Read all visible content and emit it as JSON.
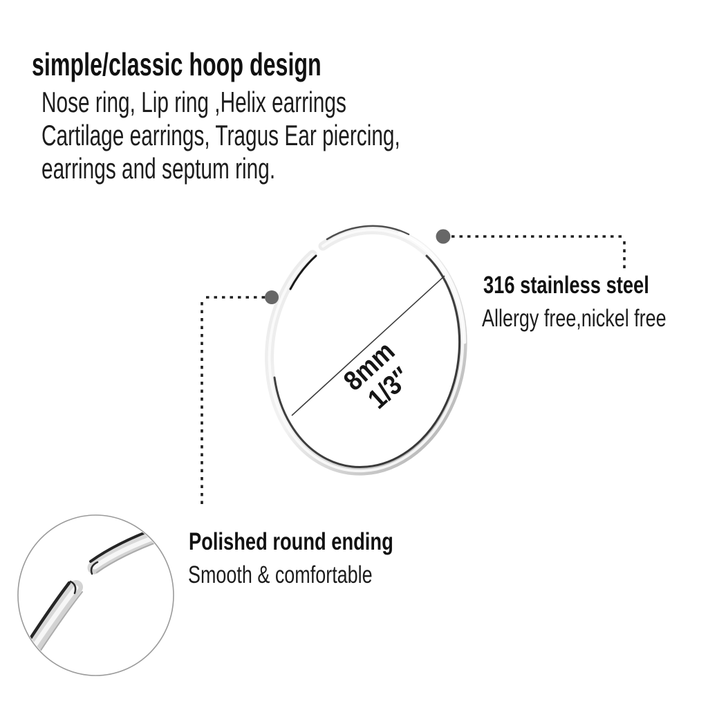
{
  "title": "simple/classic hoop design",
  "description": {
    "lines": [
      "Nose ring, Lip ring ,Helix earrings",
      "Cartilage earrings, Tragus Ear piercing,",
      "earrings and septum ring."
    ]
  },
  "dimension_label": {
    "diameter_mm": "8mm",
    "diameter_inch": "1/3″"
  },
  "annotations": {
    "material": {
      "heading": "316 stainless steel",
      "subtext": "Allergy free,nickel free"
    },
    "ending": {
      "heading": "Polished round ending",
      "subtext": "Smooth & comfortable"
    }
  },
  "graphics": {
    "ring": "open silver hoop with small gap at upper left",
    "magnifier": "zoom circle showing the two polished round wire ends",
    "callout_dots": 2
  },
  "colors": {
    "background": "#ffffff",
    "text": "#161616",
    "callout_dot": "#676767",
    "dashed_line": "#1f1f1f",
    "diameter_line": "#3d3d3d",
    "ring_silver_light": "#f2f2f2",
    "ring_silver_mid": "#c9c9c9",
    "ring_silver_dark": "#a8a8a8",
    "ring_shadow_line": "#202020",
    "magnifier_outline": "#9a9a9a"
  }
}
